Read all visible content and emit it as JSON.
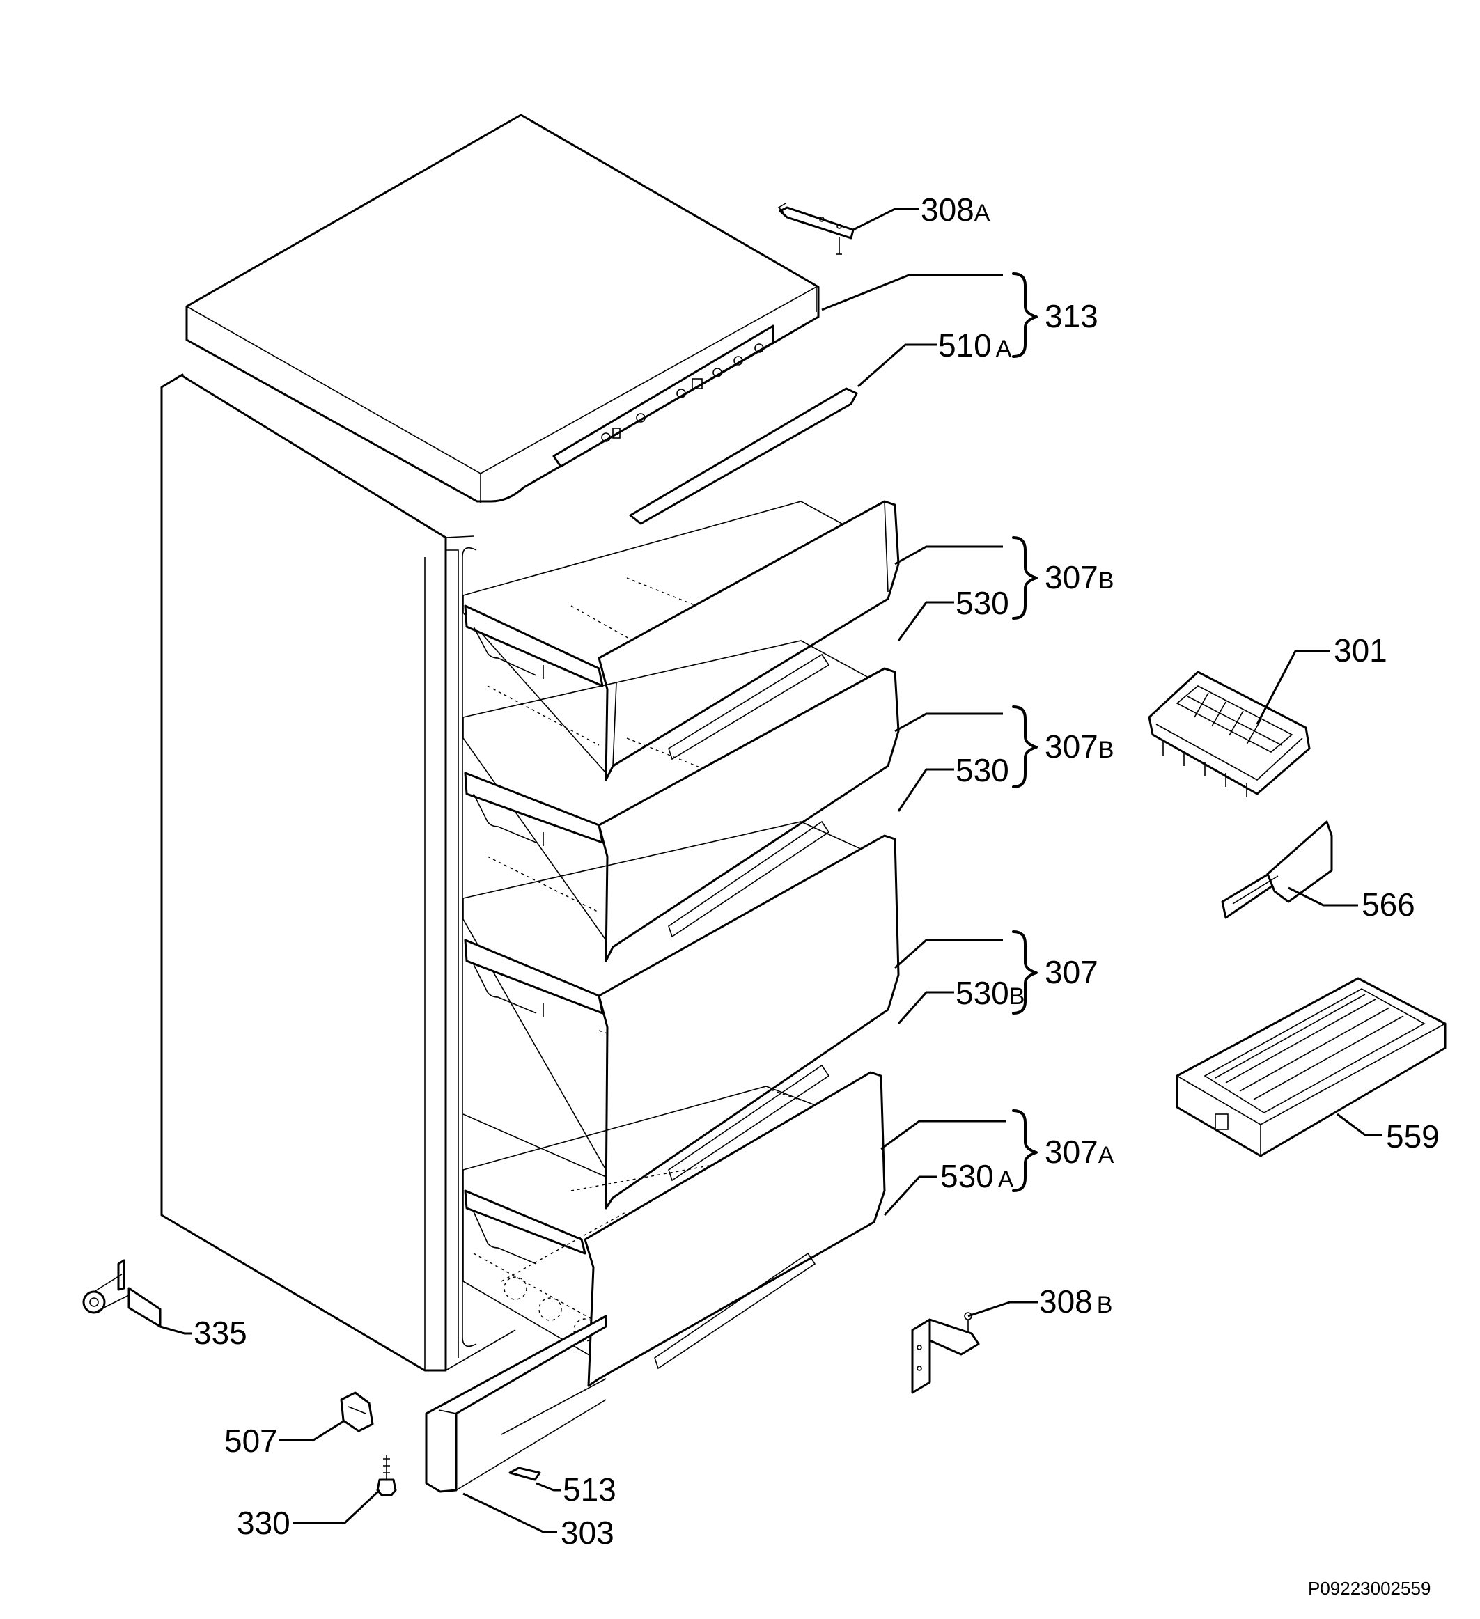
{
  "diagram": {
    "doc_code": "P09223002559",
    "labels": {
      "l308a": {
        "num": "308",
        "suffix": "A"
      },
      "l313": {
        "num": "313",
        "suffix": ""
      },
      "l510a": {
        "num": "510",
        "suffix": "A"
      },
      "l307b_1": {
        "num": "307",
        "suffix": "B"
      },
      "l530_1": {
        "num": "530",
        "suffix": ""
      },
      "l301": {
        "num": "301",
        "suffix": ""
      },
      "l307b_2": {
        "num": "307",
        "suffix": "B"
      },
      "l530_2": {
        "num": "530",
        "suffix": ""
      },
      "l566": {
        "num": "566",
        "suffix": ""
      },
      "l307": {
        "num": "307",
        "suffix": ""
      },
      "l530b": {
        "num": "530",
        "suffix": "B"
      },
      "l307a": {
        "num": "307",
        "suffix": "A"
      },
      "l530a": {
        "num": "530",
        "suffix": "A"
      },
      "l559": {
        "num": "559",
        "suffix": ""
      },
      "l308b": {
        "num": "308",
        "suffix": "B"
      },
      "l335": {
        "num": "335",
        "suffix": ""
      },
      "l507": {
        "num": "507",
        "suffix": ""
      },
      "l513": {
        "num": "513",
        "suffix": ""
      },
      "l330": {
        "num": "330",
        "suffix": ""
      },
      "l303": {
        "num": "303",
        "suffix": ""
      }
    }
  }
}
